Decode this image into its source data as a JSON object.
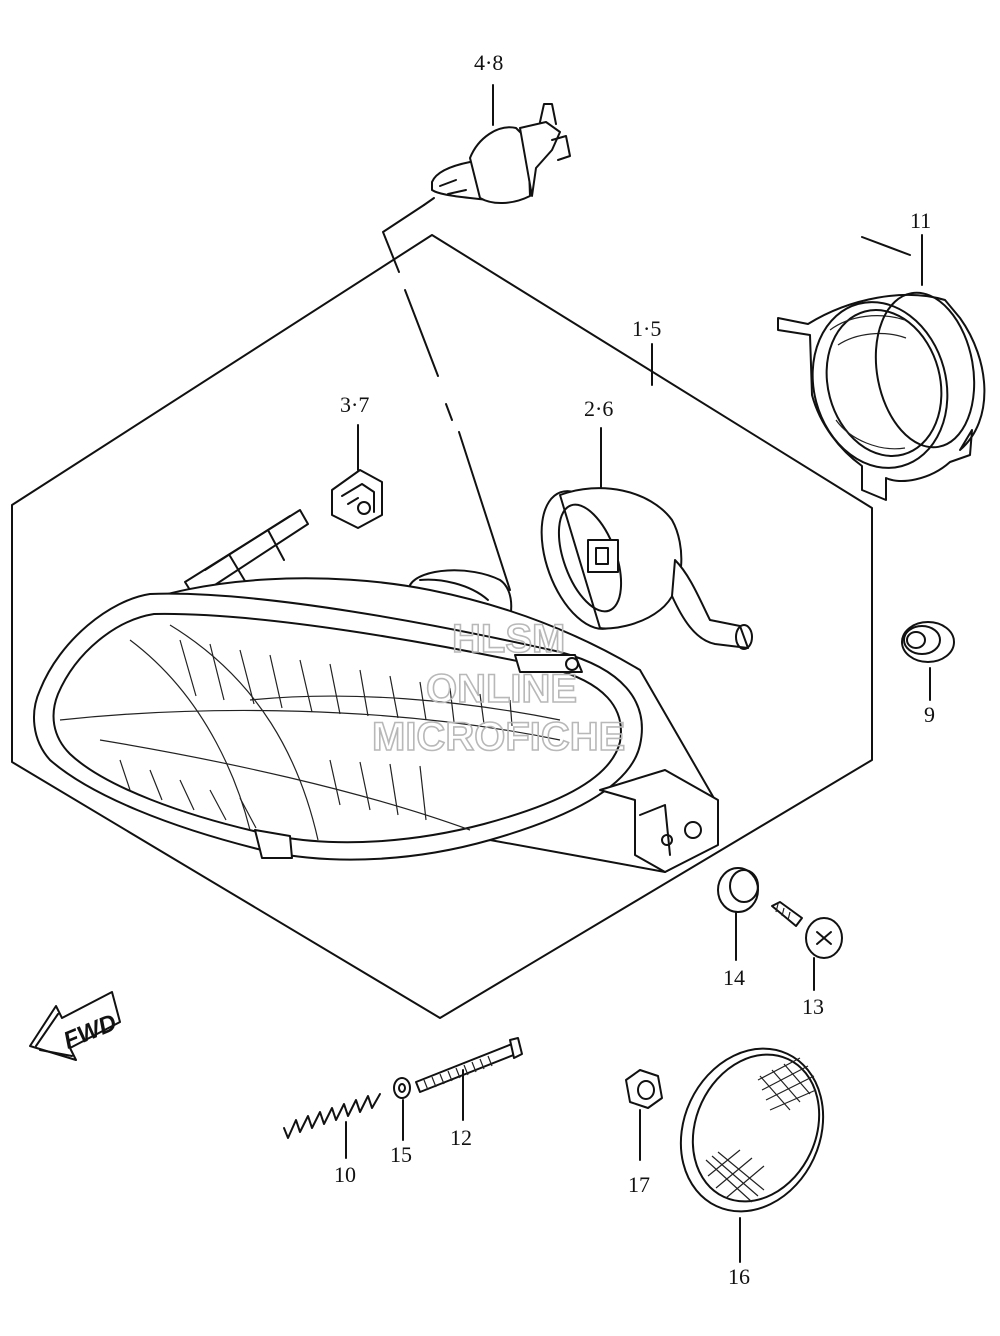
{
  "labels": {
    "bulb": "4·8",
    "headlight_assy": "1·5",
    "clip": "3·7",
    "socket": "2·6",
    "cover": "11",
    "grommet": "9",
    "cushion": "14",
    "screw": "13",
    "spring": "10",
    "washer": "15",
    "adjust_screw": "12",
    "nut": "17",
    "reflector": "16"
  },
  "fwd_text": "FWD",
  "watermark": {
    "line1": "HLSM",
    "line2": "ONLINE",
    "line3": "MICROFICHE"
  }
}
